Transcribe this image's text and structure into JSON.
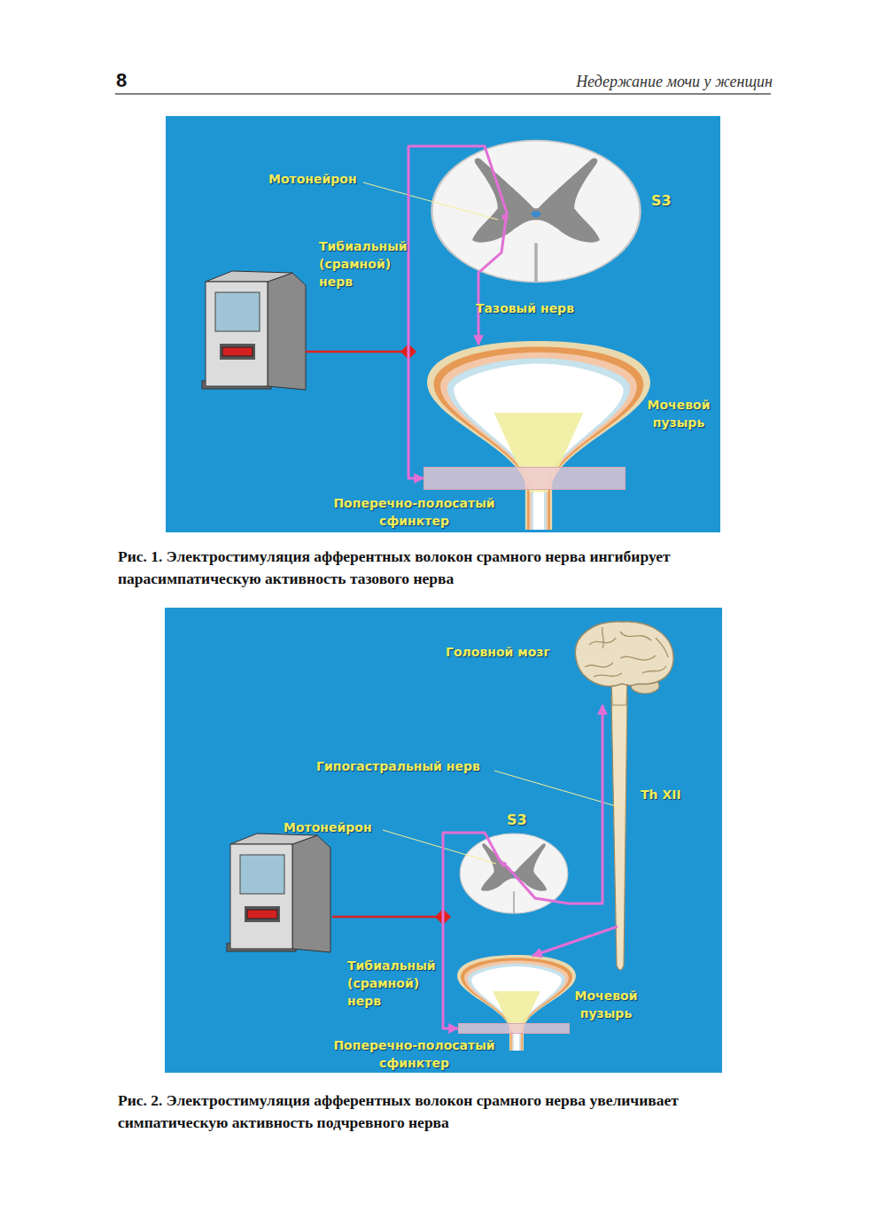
{
  "diagram": {
    "nodes": [
      {
        "text": [
          "S3"
        ]
      },
      {
        "text": [
          "Мочевой пузырь"
        ]
      },
      {
        "text": [
          "Поперечно-полосатый сфинктер"
        ]
      },
      {
        "text": [
          "Головной мозг"
        ]
      },
      {
        "text": [
          "S3"
        ]
      },
      {
        "text": [
          "Мочевой пузырь"
        ]
      },
      {
        "text": [
          "Поперечно-полосатый сфинктер"
        ]
      }
    ],
    "edges": [
      {
        "from": 0,
        "to": 2,
        "label": "Тибиальный (срамной) нерв",
        "arrow": "to"
      },
      {
        "from": 0,
        "to": 1,
        "label": "Тазовый нерв",
        "arrow": "to"
      },
      {
        "from": 4,
        "to": 6,
        "label": "Тибиальный (срамной) нерв",
        "arrow": "to"
      },
      {
        "from": 4,
        "to": 3,
        "arrow": "to"
      }
    ],
    "labels": [
      "8",
      "Недержание мочи у женщин",
      "Мотонейрон",
      "Рис. 1. Электростимуляция афферентных волокон срамного нерва ингибирует парасимпатическую активность тазового нерва",
      "Гипогастральный нерв",
      "Мотонейрон",
      "Th XII",
      "Рис. 2. Электростимуляция афферентных волокон срамного нерва увеличивает симпатическую активность подчревного нерва"
    ]
  }
}
